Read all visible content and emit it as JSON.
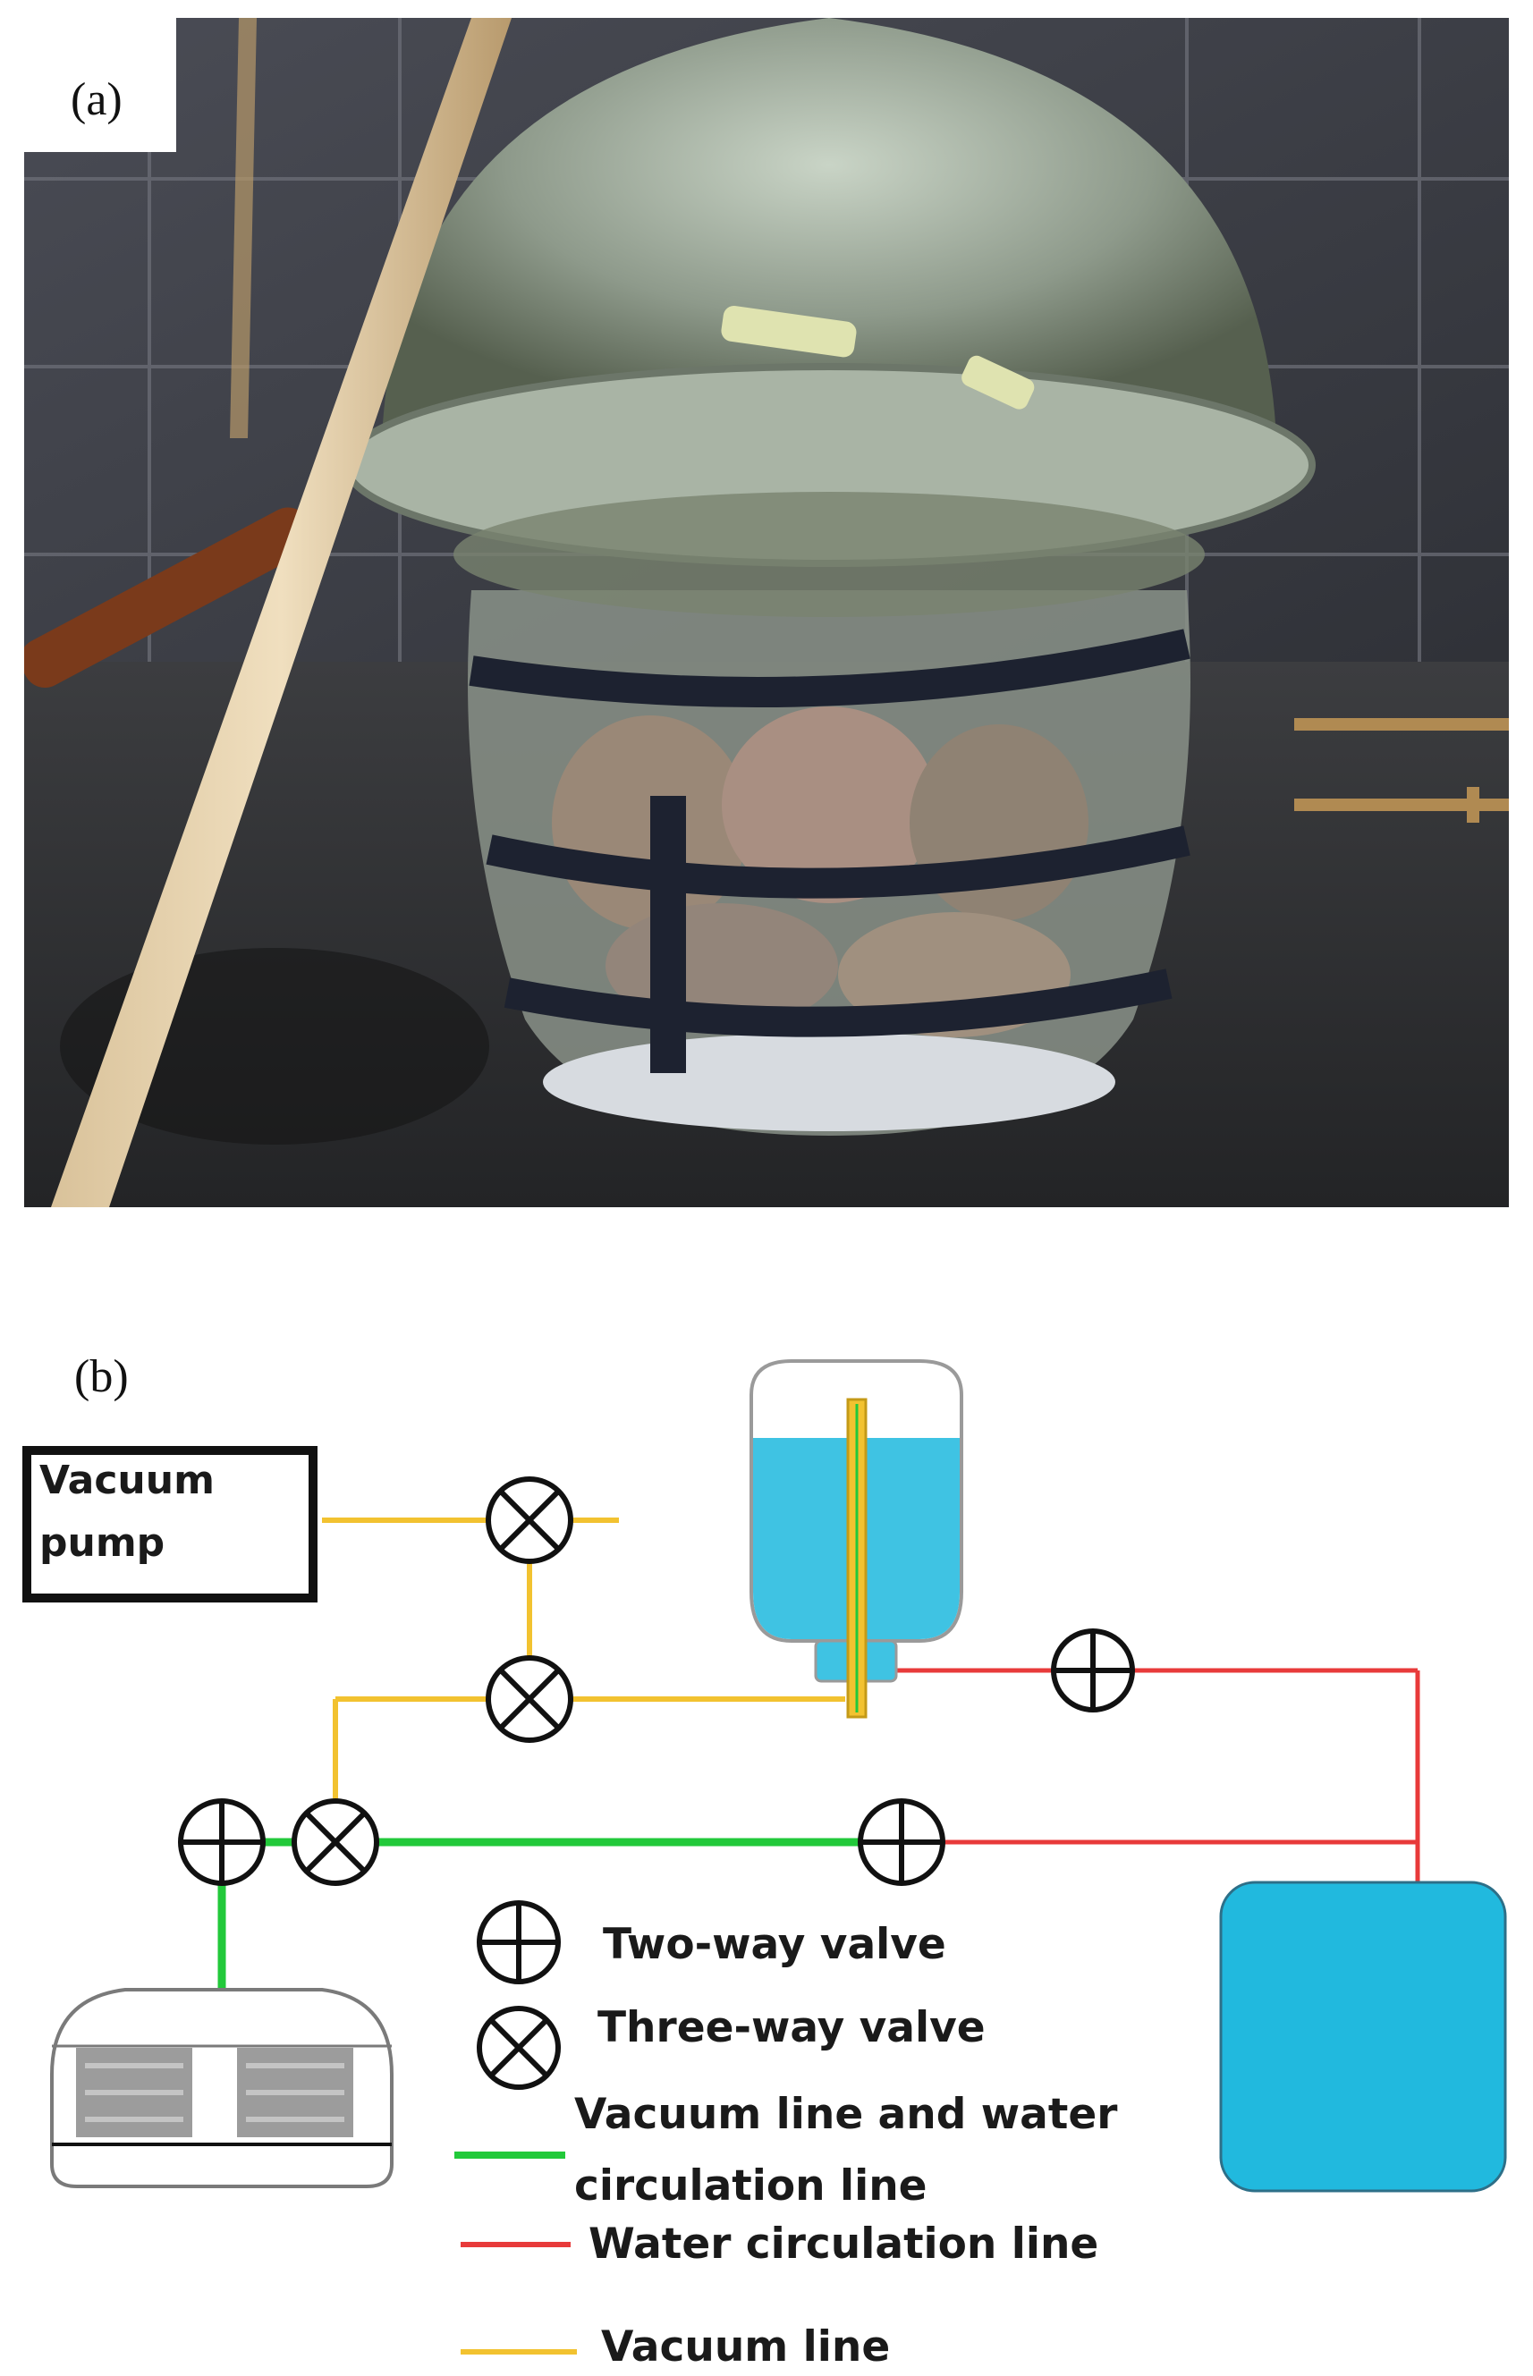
{
  "panels": {
    "a": {
      "label": "(a)"
    },
    "b": {
      "label": "(b)"
    }
  },
  "schematic": {
    "vacuum_pump_label_line1": "Vacuum",
    "vacuum_pump_label_line2": "pump"
  },
  "legend": {
    "two_way_valve": "Two-way valve",
    "three_way_valve": "Three-way valve",
    "vacuum_and_water_line_1": "Vacuum line and water",
    "vacuum_and_water_line_2": "circulation line",
    "water_circulation_line": "Water circulation line",
    "vacuum_line": "Vacuum line"
  },
  "colors": {
    "vacuum_line": "#f2c230",
    "water_circulation_line": "#e83a3a",
    "vacuum_and_water_line": "#22c93a",
    "water": "#3fc3e3",
    "tank": "#21b9de"
  }
}
